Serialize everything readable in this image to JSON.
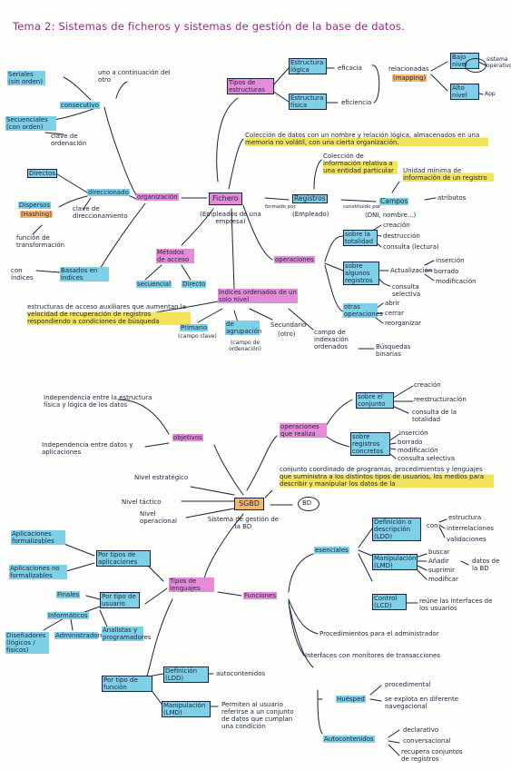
{
  "title": "Tema 2: Sistemas de ficheros y sistemas de gestión de la base de datos.",
  "part1": {
    "fichero": "Fichero",
    "fichero_example": "(Empleados de una empresa)",
    "fichero_def": "Colección de datos con un nombre y relación lógica, almacenados en una memoria no volátil, con una cierta organización.",
    "formado_por": "formado por",
    "registros": "Registros",
    "registros_example": "(Empleado)",
    "registro_def": "Colección de información relativa a una entidad particular",
    "constituido_por": "constituido por",
    "campos": "Campos",
    "campos_example": "(DNI, nombre...)",
    "campo_def": "Unidad mínima de información de un registro",
    "atributos": "atributos",
    "tipos_estructuras": "Tipos de estructuras",
    "estructura_logica": "Estructura lógica",
    "estructura_fisica": "Estructura física",
    "eficacia": "eficacia",
    "eficiencia": "eficiencia",
    "relacionadas": "relacionadas",
    "mapping": "(mapping)",
    "bajo_nivel": "Bajo nivel",
    "sistema_op": "sistema operativo",
    "alto_nivel": "Alto nivel",
    "app": "App",
    "organizacion": "organización",
    "secuencial_label": "consecutivo",
    "seriales": "Seriales (sin orden)",
    "uno_tras_otro": "uno a continuación del otro",
    "secuenciales": "Secuenciales (con orden)",
    "clave_ordenacion": "clave de ordenación",
    "direccionado": "direccionado",
    "directos": "Directos",
    "dispersos": "Dispersos",
    "hashing": "(Hashing)",
    "clave_direccionamiento": "clave de direccionamiento",
    "funcion_transformacion": "función de transformación",
    "basados_indices": "Basados en índices",
    "con_indices": "con índices",
    "metodos_acceso": "Métodos de acceso",
    "secuencial": "secuencial",
    "directo": "Directo",
    "indices_ordenados": "Índices ordenados de un solo nivel",
    "estructuras_acceso": "estructuras de acceso auxiliares que aumentan la velocidad de recuperación de registros respondiendo a condiciones de búsqueda",
    "primario": "Primario",
    "campo_clave": "(campo clave)",
    "de_agrupacion": "de agrupación",
    "campo_ordenacion": "(campo de ordenación)",
    "secundario": "Secundario",
    "otro": "(otro)",
    "campo_indexacion": "campo de indexación ordenados",
    "busquedas_binarias": "Búsquedas binarias",
    "operaciones": "operaciones",
    "sobre_totalidad": "sobre la totalidad",
    "creacion": "creación",
    "destruccion": "destrucción",
    "consulta_lectura": "consulta (lectura)",
    "sobre_algunos": "sobre algunos registros",
    "actualizacion": "Actualización",
    "insercion": "inserción",
    "borrado": "borrado",
    "modificacion": "modificación",
    "consulta_selectiva": "consulta selectiva",
    "otras_operaciones": "otras operaciones",
    "abrir": "abrir",
    "cerrar": "cerrar",
    "reorganizar": "reorganizar"
  },
  "part2": {
    "sgbd": "SGBD",
    "sgbd_caption": "Sistema de gestión de la BD",
    "sgbd_def": "conjunto coordinado de programas, procedimientos y lenguajes que suministra a los distintos tipos de usuarios, los medios para describir y manipular los datos de la",
    "bd": "BD",
    "objetivos": "objetivos",
    "indep1": "Independencia entre la estructura física y lógica de los datos",
    "indep2": "Independencia entre datos y aplicaciones",
    "nivel_estrategico": "Nivel estratégico",
    "nivel_tactico": "Nivel táctico",
    "nivel_operacional": "Nivel operacional",
    "operaciones_realiza": "operaciones que realiza",
    "sobre_conjunto": "sobre el conjunto",
    "creacion": "creación",
    "reestructuracion": "reestructuración",
    "consulta_totalidad": "consulta de la totalidad",
    "sobre_registros": "sobre registros concretos",
    "insercion": "inserción",
    "borrado": "borrado",
    "modificacion": "modificación",
    "consulta_selectiva": "consulta selectiva",
    "tipos_lenguajes": "Tipos de lenguajes",
    "por_tipos_aplicaciones": "Por tipos de aplicaciones",
    "apps_formalizables": "Aplicaciones formalizables",
    "apps_no_formalizables": "Aplicaciones no formalizables",
    "por_tipo_usuario": "Por tipo de usuario",
    "finales": "Finales",
    "informaticos": "Informáticos",
    "disenadores": "Diseñadores (lógicos / físicos)",
    "administradores": "Administradores",
    "analistas": "Analistas y programadores",
    "por_tipo_funcion": "Por tipo de función",
    "definicion_ldd": "Definición (LDD)",
    "autocontenidos": "autocontenidos",
    "manipulacion_lmd": "Manipulación (LMD)",
    "lmd_def": "Permiten al usuario referirse a un conjunto de datos que cumplan una condición",
    "funciones": "Funciones",
    "esenciales": "esenciales",
    "def_descripcion": "Definición o descripción (LDD)",
    "con": "con",
    "estructura": "estructura",
    "interrelaciones": "interrelaciones",
    "validaciones": "validaciones",
    "manipulacion": "Manipulación (LMD)",
    "buscar": "buscar",
    "anadir": "Añadir",
    "suprimir": "suprimir",
    "modificar": "modificar",
    "datos_bd": "datos de la BD",
    "control_lcd": "Control (LCD)",
    "control_def": "reúne las interfaces de los usuarios",
    "procedimientos": "Procedimientos para el administrador",
    "interfaces_monitores": "Interfaces con monitores de transacciones",
    "huesped": "Huésped",
    "procedimental": "procedimental",
    "se_explota": "se explota en diferente navegacional",
    "autocontenidos2": "Autocontenidos",
    "declarativo": "declarativo",
    "conversacional": "conversacional",
    "recupera": "recupera conjuntos de registros"
  }
}
